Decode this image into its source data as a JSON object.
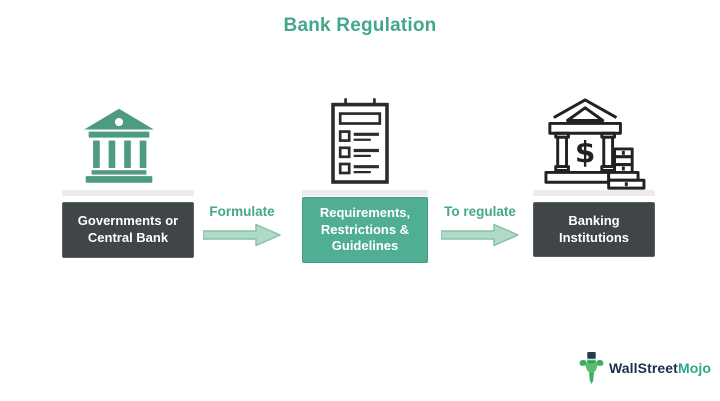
{
  "title": {
    "text": "Bank Regulation"
  },
  "flow": {
    "boxes": [
      {
        "label": "Governments or\nCentral Bank",
        "variant": "dark-gray",
        "icon": "government-bank-icon"
      },
      {
        "label": "Requirements,\nRestrictions &\nGuidelines",
        "variant": "teal",
        "icon": "checklist-icon"
      },
      {
        "label": "Banking\nInstitutions",
        "variant": "dark-gray",
        "icon": "banking-institutions-icon"
      }
    ],
    "arrows": [
      {
        "label": "Formulate",
        "direction": "right"
      },
      {
        "label": "To regulate",
        "direction": "right"
      }
    ]
  },
  "logo": {
    "brand_primary": "WallStreet",
    "brand_secondary": "Mojo",
    "icon": "wallstreetmojo-mascot-icon"
  },
  "colors": {
    "title_teal": "#44a78c",
    "box_teal": "#4fae94",
    "box_dark_gray": "#404548",
    "box_text": "#ffffff",
    "arrow_fill": "#b0dac8",
    "arrow_border": "#85c2aa",
    "arrow_label_teal": "#43a78c",
    "icon_teal": "#4e9b82",
    "icon_outline": "#2b2b2b",
    "logo_navy": "#1d2c4f",
    "logo_green": "#2ea78b",
    "background": "#ffffff"
  }
}
